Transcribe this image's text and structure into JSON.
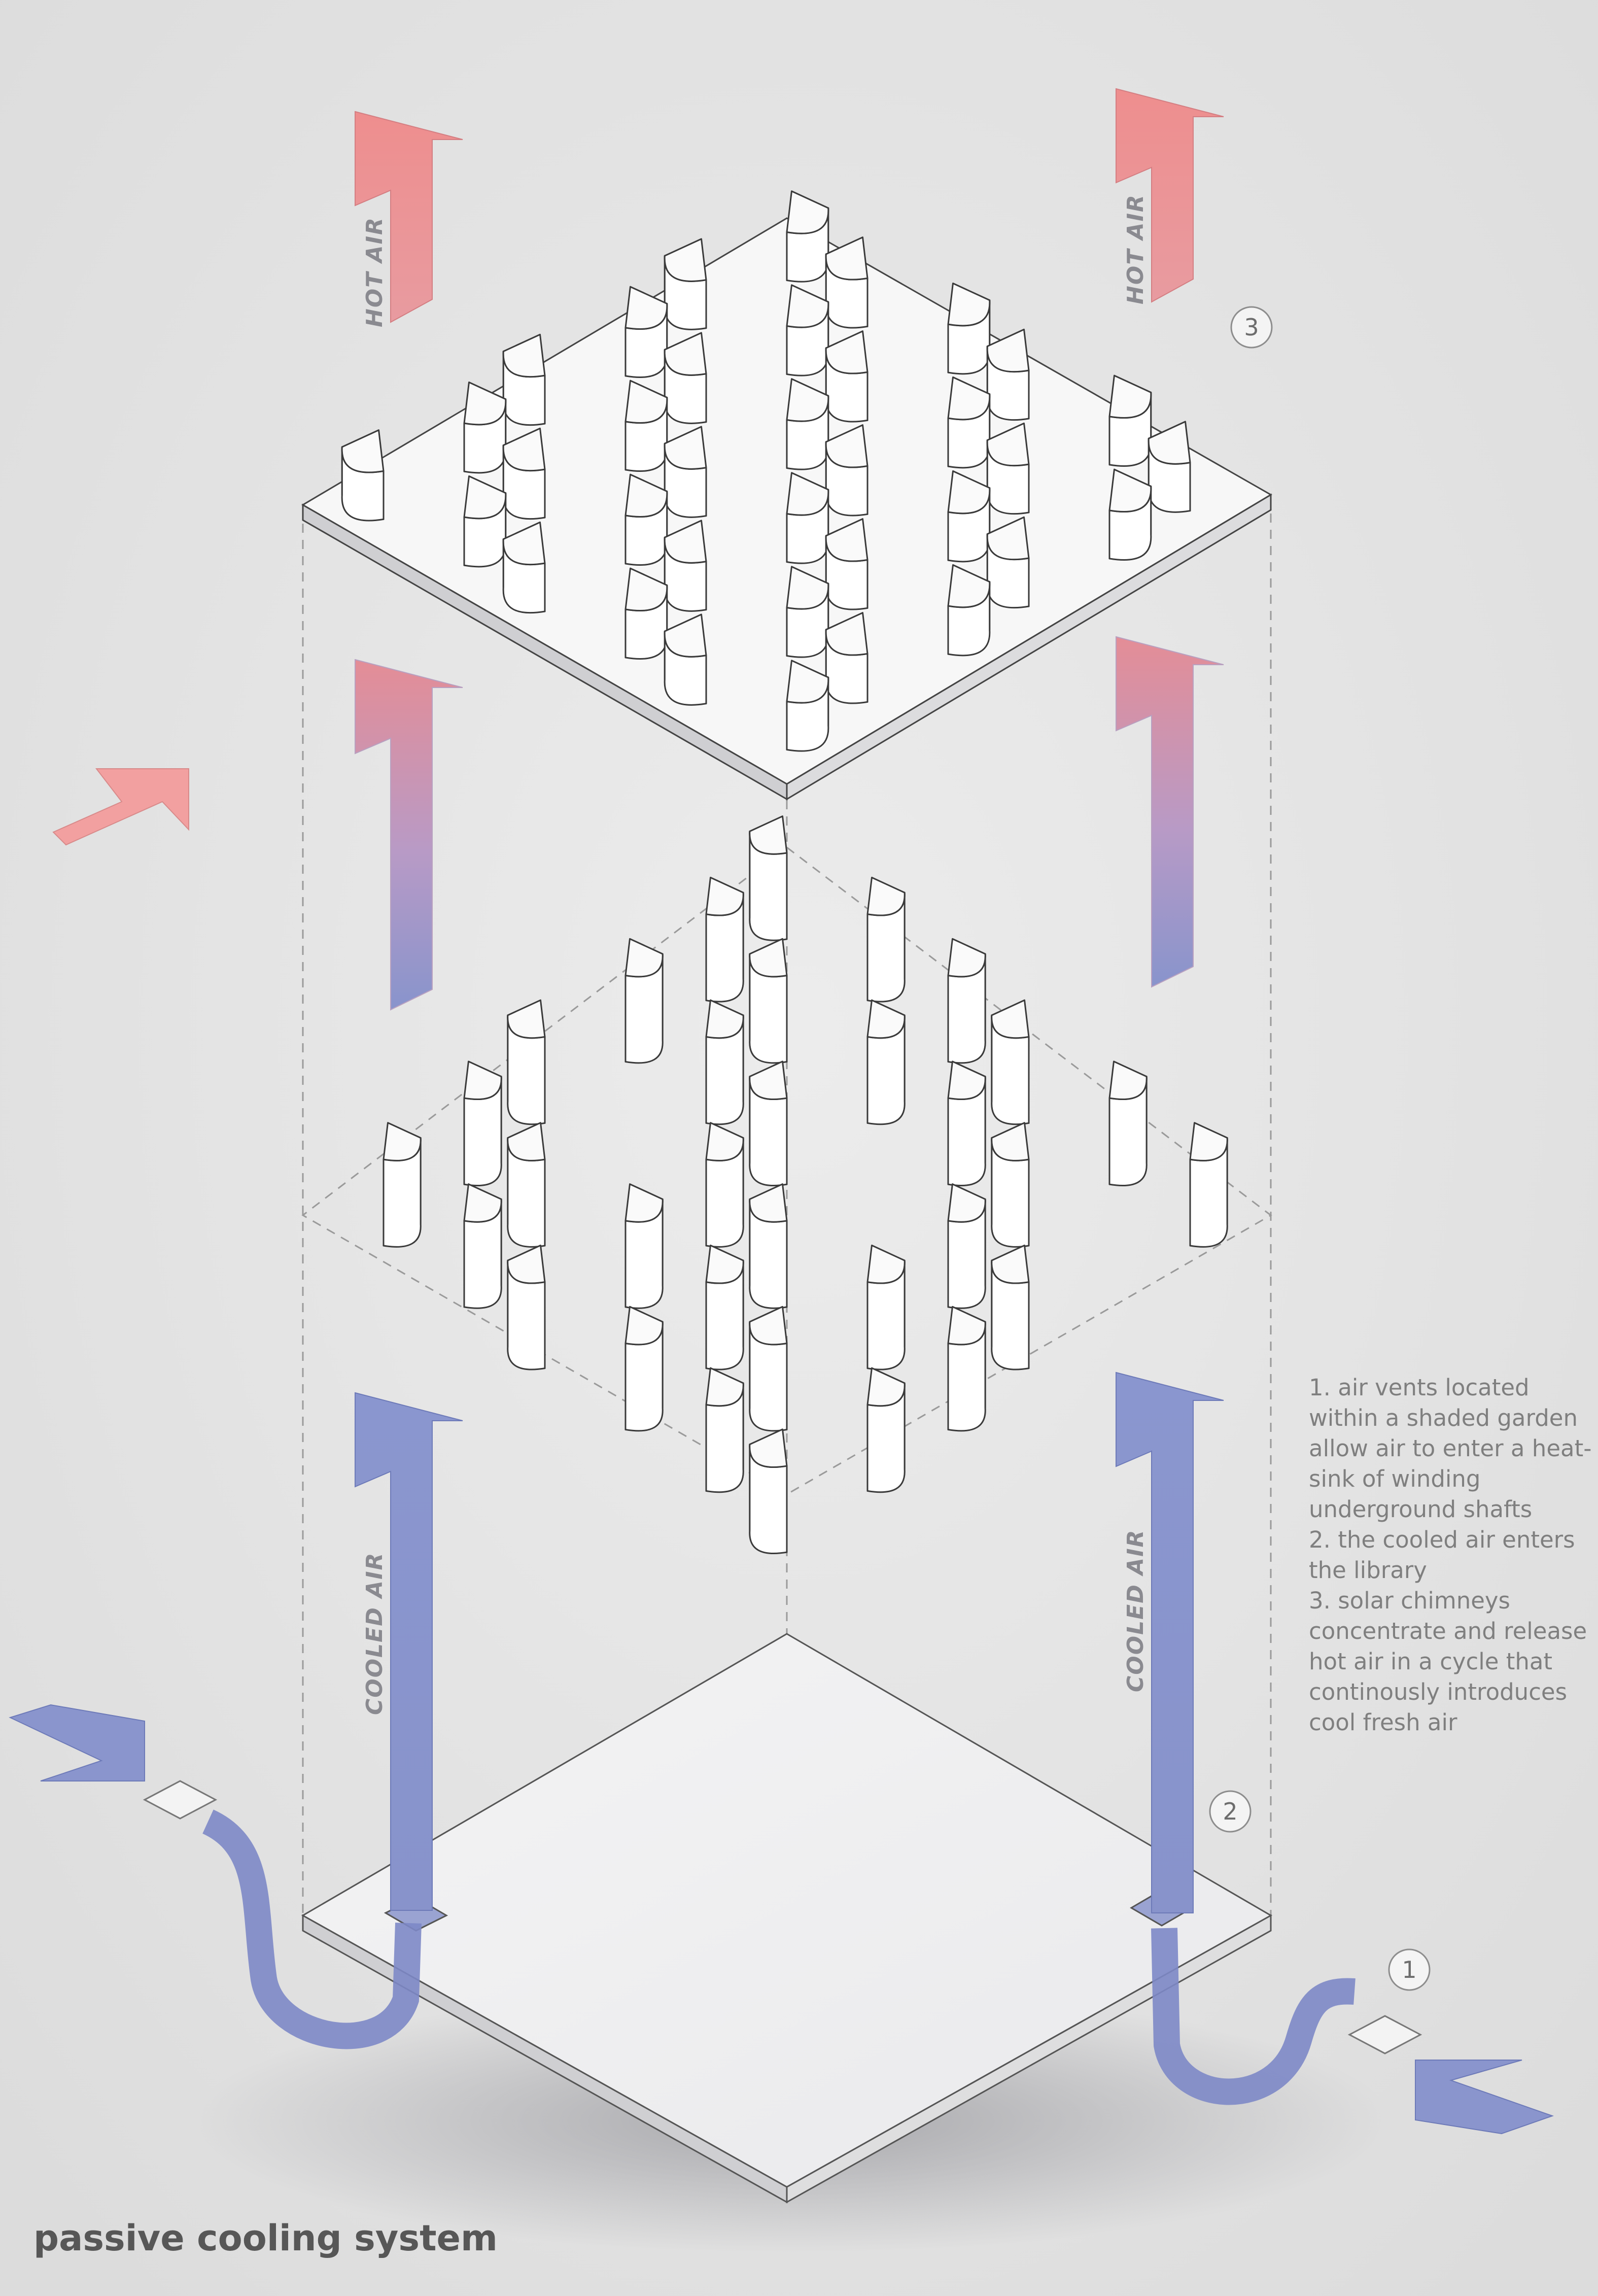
{
  "title": "passive cooling system",
  "labels": {
    "hot_air_left": "HOT AIR",
    "hot_air_right": "HOT AIR",
    "cooled_air_left": "COOLED AIR",
    "cooled_air_right": "COOLED AIR"
  },
  "callouts": {
    "one": "1",
    "two": "2",
    "three": "3"
  },
  "notes": [
    "1. air vents located within a  shaded garden allow air to enter a heat-sink of winding underground shafts",
    "2. the cooled air enters the library",
    "3. solar chimneys concentrate and release hot air in a cycle that continously introduces cool fresh air"
  ],
  "colors": {
    "background": "#e3e3e3",
    "hot_air": "#ee8e8e",
    "cooled_air": "#8894cc",
    "text": "#7f7f7f"
  }
}
